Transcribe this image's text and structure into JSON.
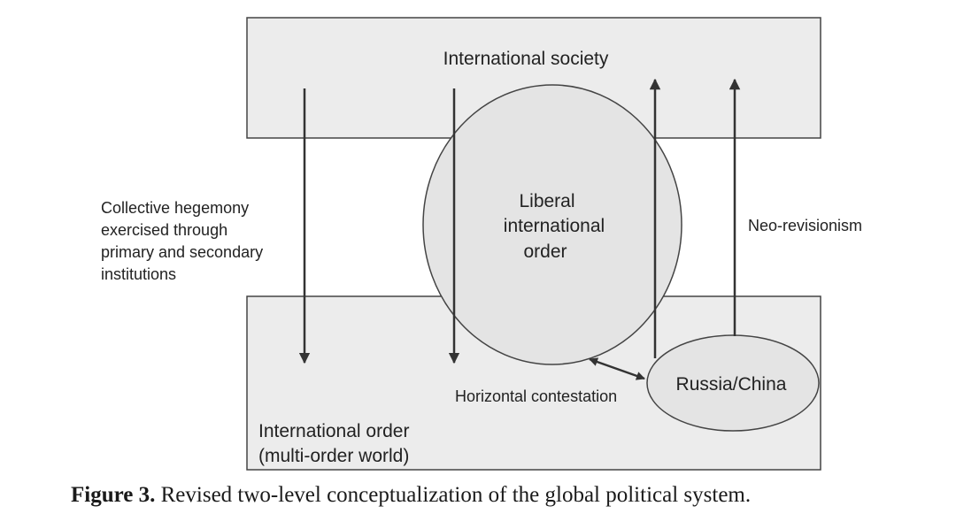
{
  "diagram": {
    "boxes": {
      "top": "International society",
      "bottom_line1": "International order",
      "bottom_line2": "(multi-order world)"
    },
    "circle": {
      "line1": "Liberal",
      "line2": "international",
      "line3": "order"
    },
    "ellipse": "Russia/China",
    "left_annotation": [
      "Collective hegemony",
      "exercised through",
      "primary and secondary",
      "institutions"
    ],
    "right_annotation": "Neo-revisionism",
    "contestation": "Horizontal contestation",
    "colors": {
      "box_fill": "#ececec",
      "shape_fill": "#e4e4e4",
      "stroke": "#444444"
    }
  },
  "caption": {
    "label": "Figure 3.",
    "text": "Revised two-level conceptualization of the global political system."
  }
}
